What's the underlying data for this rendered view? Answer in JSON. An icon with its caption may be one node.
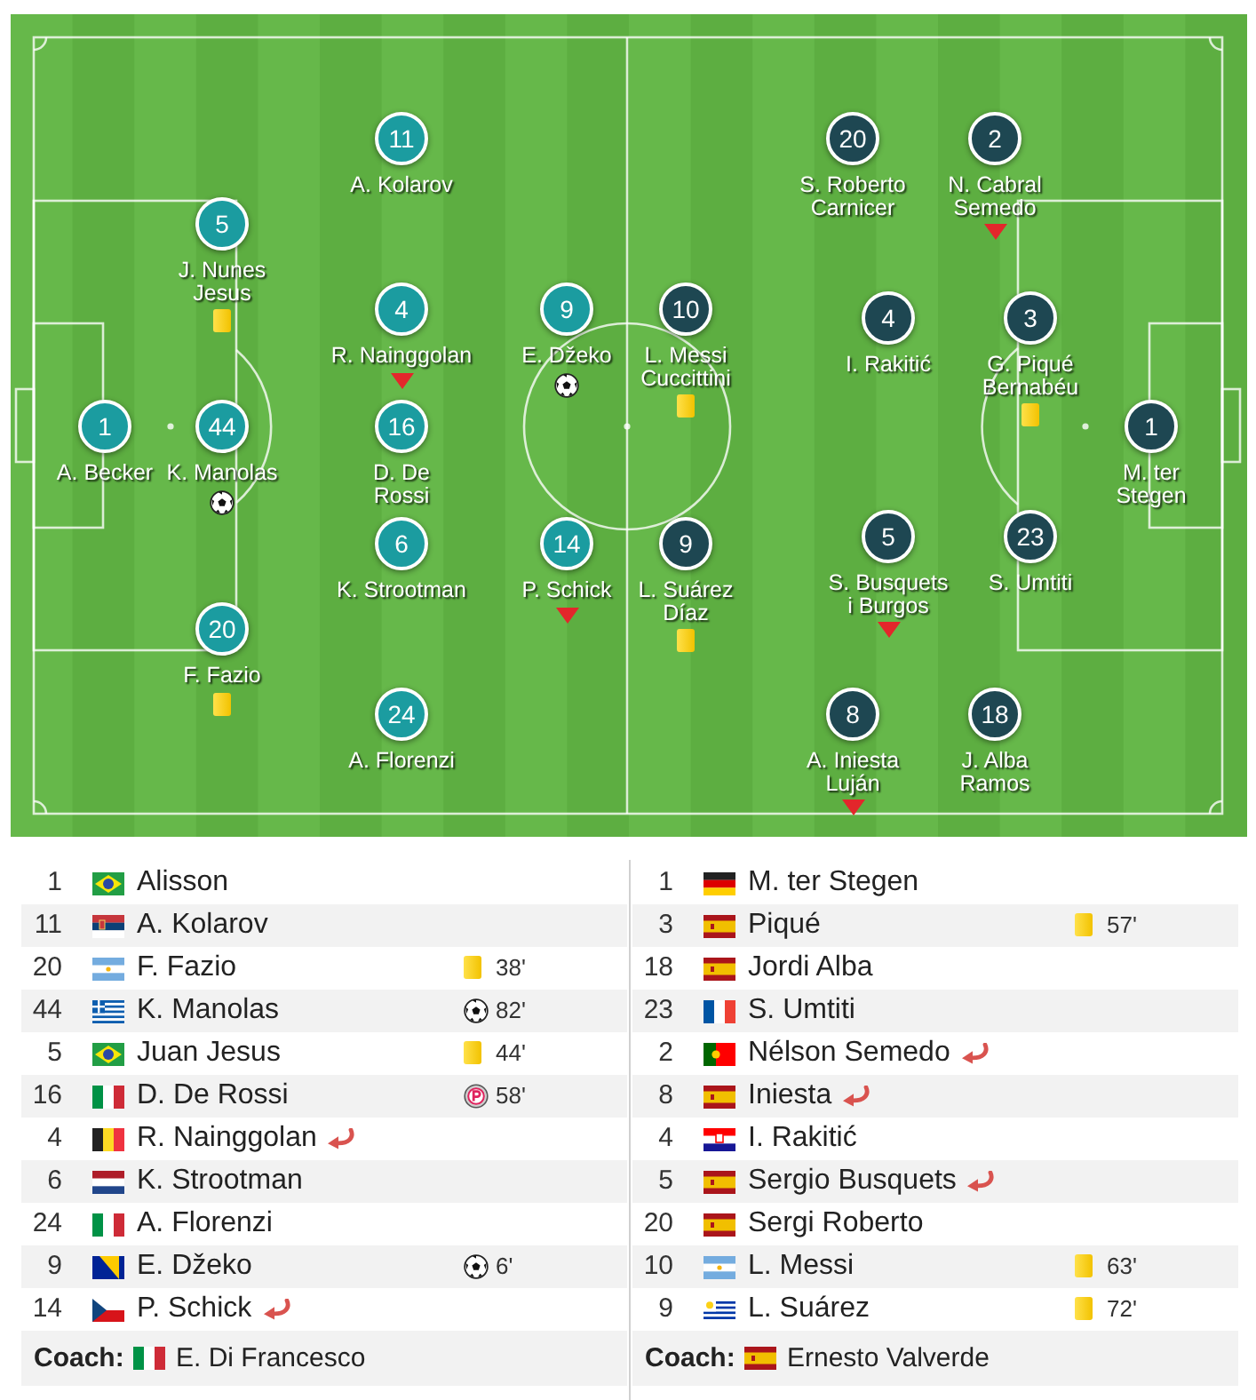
{
  "diagram": {
    "nodes": [
      {
        "text": [
          "1",
          "A. Becker"
        ]
      },
      {
        "text": [
          "5",
          "J. Nunes Jesus"
        ]
      },
      {
        "text": [
          "44",
          "K. Manolas"
        ]
      },
      {
        "text": [
          "20",
          "F. Fazio"
        ]
      },
      {
        "text": [
          "11",
          "A. Kolarov"
        ]
      },
      {
        "text": [
          "4",
          "R. Nainggolan"
        ]
      },
      {
        "text": [
          "16",
          "D. De Rossi"
        ]
      },
      {
        "text": [
          "6",
          "K. Strootman"
        ]
      },
      {
        "text": [
          "24",
          "A. Florenzi"
        ]
      },
      {
        "text": [
          "9",
          "E. Džeko"
        ]
      },
      {
        "text": [
          "14",
          "P. Schick"
        ]
      },
      {
        "text": [
          "10",
          "L. Messi Cuccittini"
        ]
      },
      {
        "text": [
          "9",
          "L. Suárez Díaz"
        ]
      },
      {
        "text": [
          "20",
          "S. Roberto Carnicer"
        ]
      },
      {
        "text": [
          "4",
          "I. Rakitić"
        ]
      },
      {
        "text": [
          "5",
          "S. Busquets i Burgos"
        ]
      },
      {
        "text": [
          "8",
          "A. Iniesta Luján"
        ]
      },
      {
        "text": [
          "2",
          "N. Cabral Semedo"
        ]
      },
      {
        "text": [
          "3",
          "G. Piqué Bernabéu"
        ]
      },
      {
        "text": [
          "23",
          "S. Umtiti"
        ]
      },
      {
        "text": [
          "18",
          "J. Alba Ramos"
        ]
      },
      {
        "text": [
          "1",
          "M. ter Stegen"
        ]
      }
    ],
    "labels": [
      "1",
      "Alisson",
      "11",
      "A. Kolarov",
      "20",
      "F. Fazio",
      "38'",
      "44",
      "K. Manolas",
      "82'",
      "5",
      "Juan Jesus",
      "44'",
      "16",
      "D. De Rossi",
      "58'",
      "4",
      "R. Nainggolan",
      "6",
      "K. Strootman",
      "24",
      "A. Florenzi",
      "9",
      "E. Džeko",
      "6'",
      "14",
      "P. Schick",
      "Coach:",
      "E. Di Francesco",
      "1",
      "M. ter Stegen",
      "3",
      "Piqué",
      "57'",
      "18",
      "Jordi Alba",
      "23",
      "S. Umtiti",
      "2",
      "Nélson Semedo",
      "8",
      "Iniesta",
      "4",
      "I. Rakitić",
      "5",
      "Sergio Busquets",
      "20",
      "Sergi Roberto",
      "10",
      "L. Messi",
      "63'",
      "9",
      "L. Suárez",
      "72'",
      "Coach:",
      "Ernesto Valverde"
    ]
  }
}
